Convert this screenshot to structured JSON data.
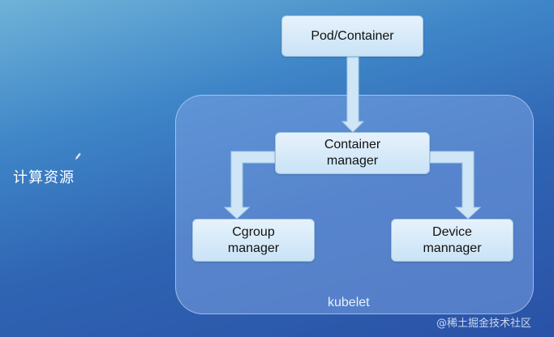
{
  "side_label": "计算资源",
  "nodes": {
    "pod": "Pod/Container",
    "container_manager": "Container\nmanager",
    "cgroup_manager": "Cgroup\nmanager",
    "device_manager": "Device\nmannager"
  },
  "panel_label": "kubelet",
  "watermark": "@稀土掘金技术社区",
  "colors": {
    "box_fill": "#d9ecfa",
    "arrow_fill": "#cfe6f7",
    "panel_fill": "#7aa3e3"
  }
}
